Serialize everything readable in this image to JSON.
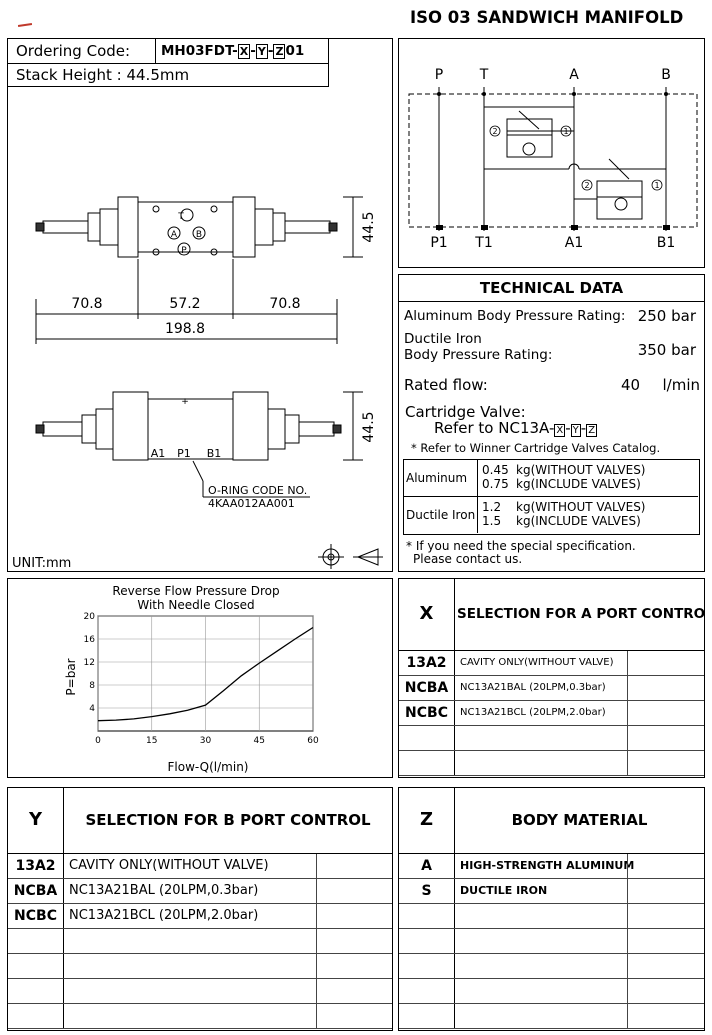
{
  "header": {
    "title": "ISO 03 SANDWICH MANIFOLD"
  },
  "ordering": {
    "label": "Ordering Code:",
    "code_prefix": "MH03FDT-",
    "code_x": "X",
    "code_y": "Y",
    "code_z": "Z",
    "code_suffix": "01",
    "stack_height": "Stack Height : 44.5mm"
  },
  "drawing": {
    "dims_top": [
      "70.8",
      "57.2",
      "70.8"
    ],
    "total": "198.8",
    "height_top": "44.5",
    "height_bottom": "44.5",
    "port_labels_top": [
      "T",
      "A",
      "B",
      "P"
    ],
    "port_labels_bottom": [
      "A1",
      "P1",
      "B1"
    ],
    "oring_label": "O-RING CODE NO.",
    "oring_code": "4KAA012AA001",
    "unit": "UNIT:mm"
  },
  "schematic": {
    "top_ports": [
      "P",
      "T",
      "A",
      "B"
    ],
    "bottom_ports": [
      "P1",
      "T1",
      "A1",
      "B1"
    ],
    "circle_2": "2",
    "circle_1": "1"
  },
  "technical": {
    "heading": "TECHNICAL DATA",
    "alu_label": "Aluminum Body Pressure Rating:",
    "alu_value": "250 bar",
    "ductile_label_1": "Ductile Iron",
    "ductile_label_2": "Body Pressure Rating:",
    "ductile_value": "350 bar",
    "flow_label": "Rated flow:",
    "flow_value": "40",
    "flow_unit": "l/min",
    "cartridge_label": "Cartridge Valve:",
    "cartridge_ref_prefix": "Refer to NC13A-",
    "cartridge_x": "X",
    "cartridge_y": "Y",
    "cartridge_z": "Z",
    "catalog_note": "* Refer to Winner Cartridge Valves Catalog.",
    "weights": [
      {
        "material": "Aluminum",
        "v1": "0.45",
        "d1": "kg(WITHOUT VALVES)",
        "v2": "0.75",
        "d2": "kg(INCLUDE VALVES)"
      },
      {
        "material": "Ductile Iron",
        "v1": "1.2",
        "d1": "kg(WITHOUT VALVES)",
        "v2": "1.5",
        "d2": "kg(INCLUDE VALVES)"
      }
    ],
    "special_1": "* If you need the special specification.",
    "special_2": "Please contact us."
  },
  "chart_data": {
    "type": "line",
    "title": "Reverse Flow Pressure Drop",
    "subtitle": "With Needle Closed",
    "xlabel": "Flow-Q(l/min)",
    "ylabel": "P=bar",
    "xlim": [
      0,
      60
    ],
    "ylim": [
      0,
      20
    ],
    "xticks": [
      0,
      15,
      30,
      45,
      60
    ],
    "yticks": [
      4,
      8,
      12,
      16,
      20
    ],
    "grid": true,
    "x": [
      0,
      5,
      10,
      15,
      20,
      25,
      30,
      35,
      40,
      45,
      50,
      55,
      60
    ],
    "y": [
      1.8,
      1.9,
      2.1,
      2.5,
      3.0,
      3.6,
      4.5,
      7.0,
      9.6,
      11.8,
      13.9,
      16.0,
      18.0
    ]
  },
  "x_table": {
    "head_code": "X",
    "head_title": "SELECTION FOR A PORT CONTROL",
    "rows": [
      {
        "code": "13A2",
        "desc": "CAVITY ONLY(WITHOUT VALVE)"
      },
      {
        "code": "NCBA",
        "desc": "NC13A21BAL (20LPM,0.3bar)"
      },
      {
        "code": "NCBC",
        "desc": "NC13A21BCL (20LPM,2.0bar)"
      }
    ]
  },
  "y_table": {
    "head_code": "Y",
    "head_title": "SELECTION FOR B PORT CONTROL",
    "rows": [
      {
        "code": "13A2",
        "desc": "CAVITY ONLY(WITHOUT VALVE)"
      },
      {
        "code": "NCBA",
        "desc": "NC13A21BAL (20LPM,0.3bar)"
      },
      {
        "code": "NCBC",
        "desc": "NC13A21BCL (20LPM,2.0bar)"
      }
    ]
  },
  "z_table": {
    "head_code": "Z",
    "head_title": "BODY MATERIAL",
    "rows": [
      {
        "code": "A",
        "desc": "HIGH-STRENGTH ALUMINUM"
      },
      {
        "code": "S",
        "desc": "DUCTILE IRON"
      }
    ]
  }
}
